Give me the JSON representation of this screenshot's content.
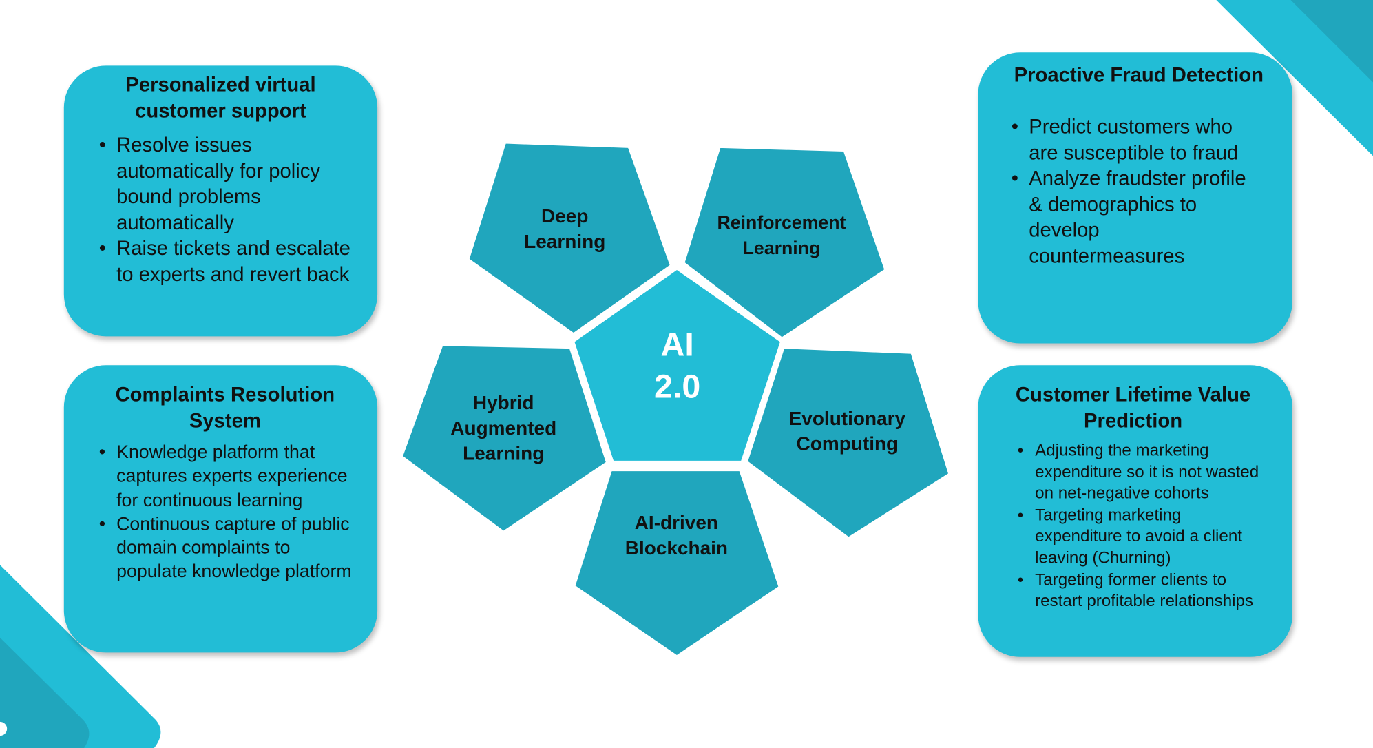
{
  "center": {
    "line1": "AI",
    "line2": "2.0"
  },
  "petals": [
    {
      "label": "Deep Learning"
    },
    {
      "label": "Reinforcement Learning"
    },
    {
      "label": "Hybrid Augmented Learning"
    },
    {
      "label": "Evolutionary Computing"
    },
    {
      "label": "AI-driven Blockchain"
    }
  ],
  "cards": {
    "support": {
      "title": "Personalized virtual customer support",
      "bullets": [
        "Resolve issues automatically for policy bound problems automatically",
        "Raise tickets and escalate to experts and revert back"
      ]
    },
    "complaints": {
      "title": "Complaints Resolution System",
      "bullets": [
        "Knowledge platform that captures experts experience for continuous learning",
        "Continuous capture of public domain complaints to populate knowledge platform"
      ]
    },
    "fraud": {
      "title": "Proactive Fraud Detection",
      "bullets": [
        "Predict customers who are susceptible to fraud",
        "Analyze fraudster profile & demographics to develop countermeasures"
      ]
    },
    "clv": {
      "title": "Customer Lifetime Value Prediction",
      "bullets": [
        "Adjusting the marketing expenditure so it is not wasted on net-negative cohorts",
        "Targeting marketing expenditure to avoid a client leaving (Churning)",
        "Targeting former clients to restart profitable relationships"
      ]
    }
  },
  "colors": {
    "light": "#22bdd6",
    "dark": "#20a6bd"
  }
}
